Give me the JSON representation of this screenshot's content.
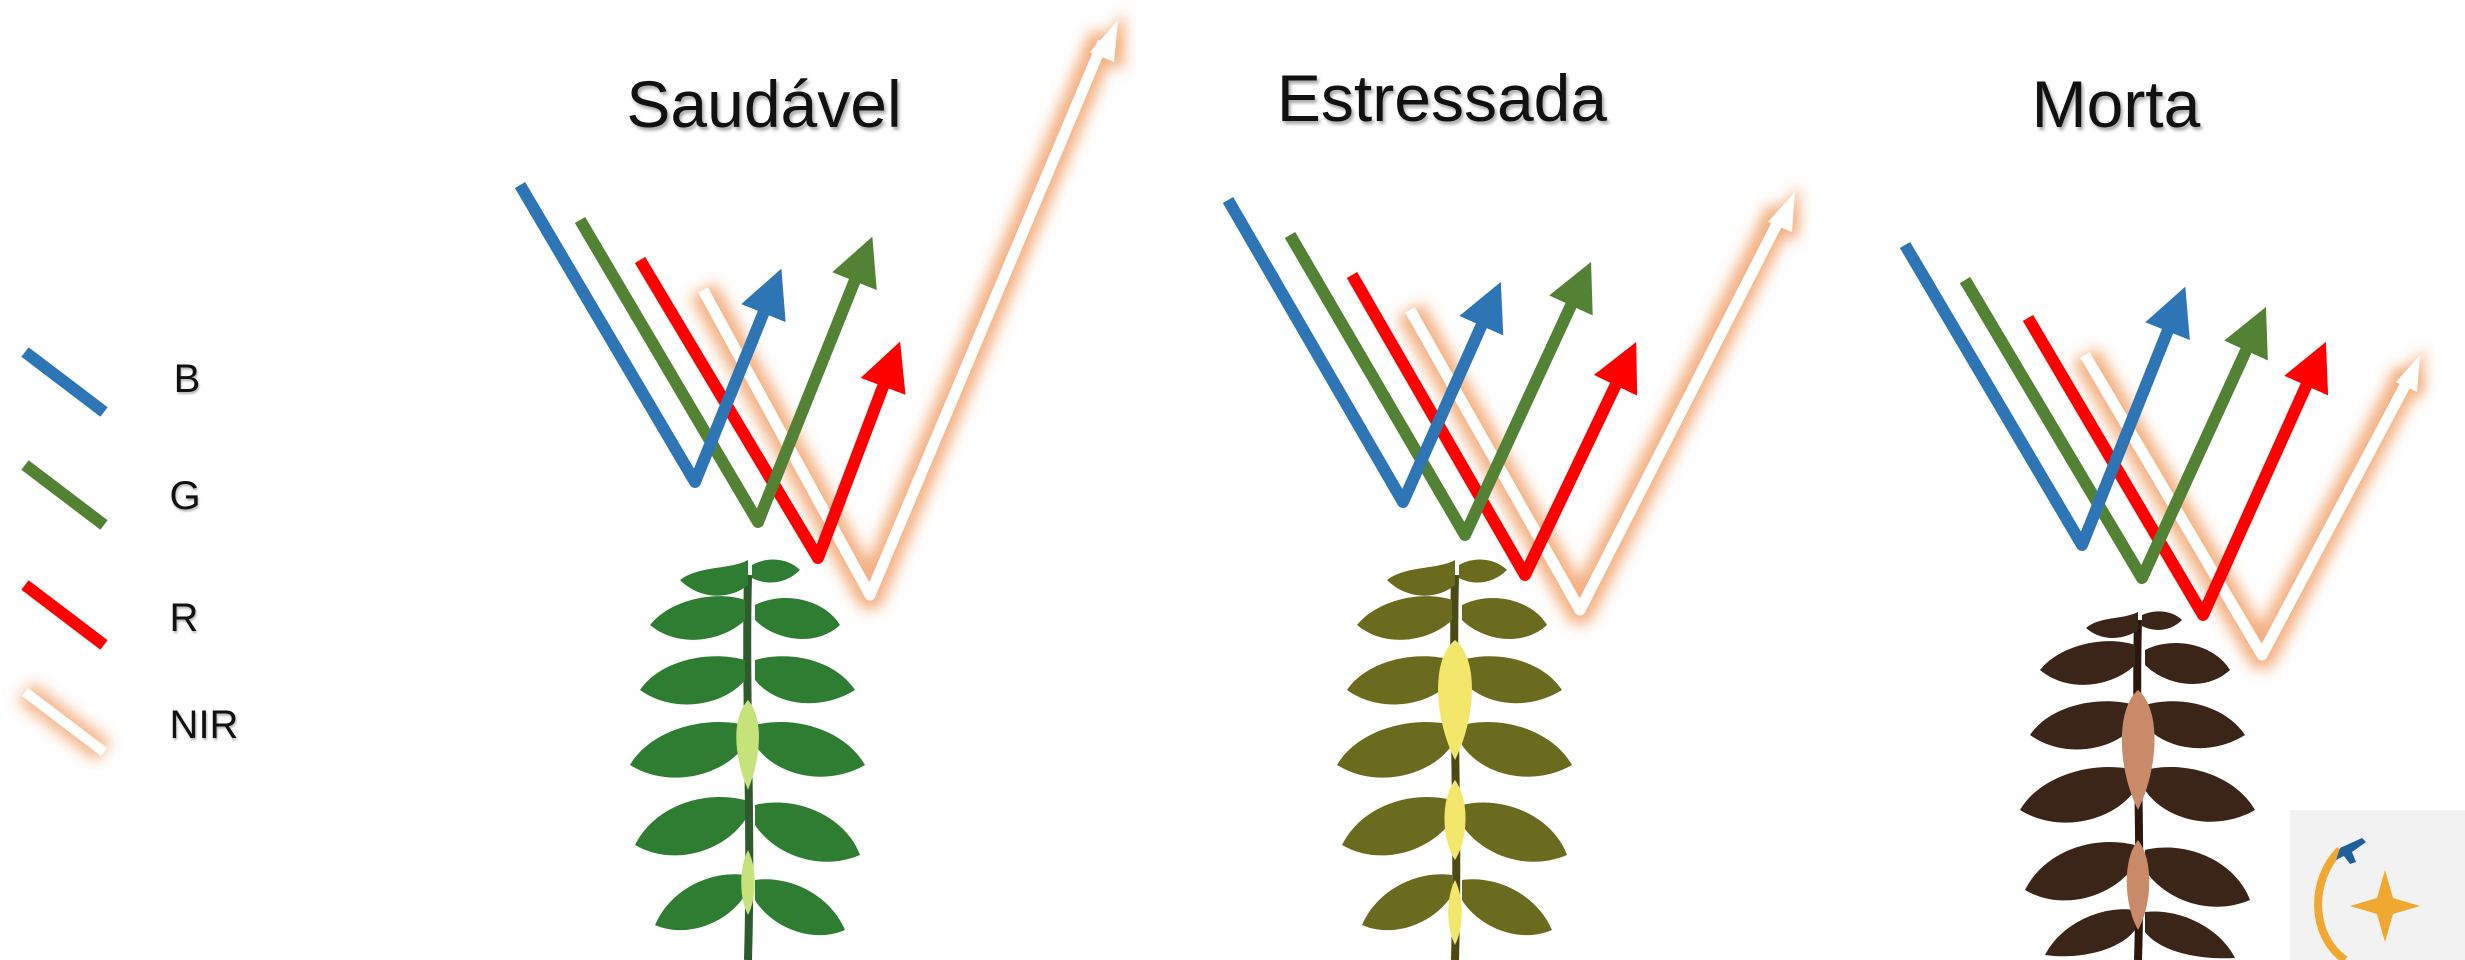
{
  "titles": {
    "healthy": "Saudável",
    "stressed": "Estressada",
    "dead": "Morta"
  },
  "legend": {
    "b": "B",
    "g": "G",
    "r": "R",
    "nir": "NIR"
  },
  "colors": {
    "blue": "#2e75b6",
    "green": "#548235",
    "red": "#ff0000",
    "nir_glow": "#f4b183",
    "healthy_leaf": "#2e7d32",
    "stressed_leaf": "#6b6b1f",
    "stressed_vein": "#f2e66b",
    "dead_leaf": "#3b2418",
    "dead_vein": "#c98a6a",
    "logo_gold": "#f0a830",
    "logo_plane": "#1f5f9a"
  },
  "icons": {
    "logo": "compass-star-plane-logo"
  }
}
